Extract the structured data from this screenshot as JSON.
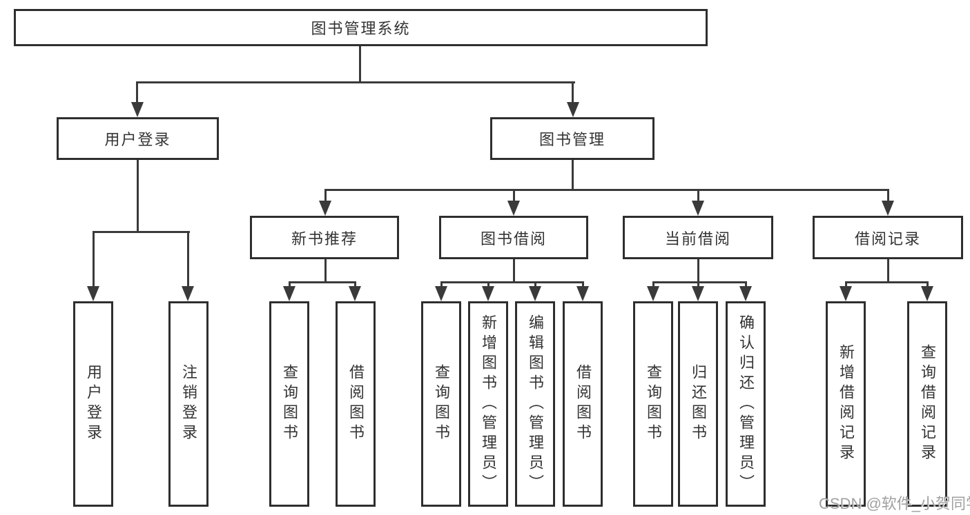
{
  "tree": {
    "root": {
      "label": "图书管理系统"
    },
    "level2": [
      {
        "label": "用户登录",
        "leaves": [
          {
            "label": "用户登录"
          },
          {
            "label": "注销登录"
          }
        ]
      },
      {
        "label": "图书管理",
        "groups": [
          {
            "label": "新书推荐",
            "leaves": [
              {
                "label": "查询图书"
              },
              {
                "label": "借阅图书"
              }
            ]
          },
          {
            "label": "图书借阅",
            "leaves": [
              {
                "label": "查询图书"
              },
              {
                "label": "新增图书（管理员）"
              },
              {
                "label": "编辑图书（管理员）"
              },
              {
                "label": "借阅图书"
              }
            ]
          },
          {
            "label": "当前借阅",
            "leaves": [
              {
                "label": "查询图书"
              },
              {
                "label": "归还图书"
              },
              {
                "label": "确认归还（管理员）"
              }
            ]
          },
          {
            "label": "借阅记录",
            "leaves": [
              {
                "label": "新增借阅记录"
              },
              {
                "label": "查询借阅记录"
              }
            ]
          }
        ]
      }
    ]
  },
  "watermark": {
    "text": "CSDN @软件_小贺同学"
  },
  "colors": {
    "line": "#3a3a3a",
    "border": "#2e2e2e",
    "text": "#333333",
    "background": "#ffffff",
    "watermark": "#a0a0a0"
  }
}
